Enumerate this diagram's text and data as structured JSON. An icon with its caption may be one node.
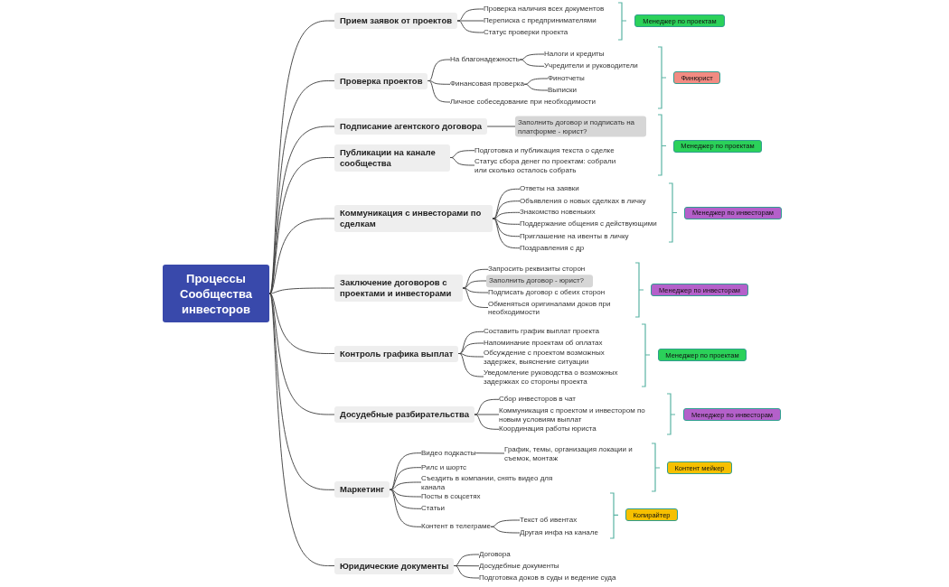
{
  "diagram": {
    "nodes": [
      {
        "text": [
          "Процессы Сообщества инвесторов"
        ]
      },
      {
        "text": [
          "Прием заявок от проектов"
        ]
      },
      {
        "text": [
          "Проверка наличия всех документов"
        ]
      },
      {
        "text": [
          "Переписка с предпринимателями"
        ]
      },
      {
        "text": [
          "Статус проверки проекта"
        ]
      },
      {
        "text": [
          "Менеджер по проектам"
        ]
      },
      {
        "text": [
          "Проверка проектов"
        ]
      },
      {
        "text": [
          "На благонадежность"
        ]
      },
      {
        "text": [
          "Налоги и кредиты"
        ]
      },
      {
        "text": [
          "Учредители и руководители"
        ]
      },
      {
        "text": [
          "Финансовая проверка"
        ]
      },
      {
        "text": [
          "Финотчеты"
        ]
      },
      {
        "text": [
          "Выписки"
        ]
      },
      {
        "text": [
          "Личное собеседование при необходимости"
        ]
      },
      {
        "text": [
          "Финюрист"
        ]
      },
      {
        "text": [
          "Подписание агентского договора"
        ]
      },
      {
        "text": [
          "Заполнить договор и подписать на платформе - юрист?"
        ]
      },
      {
        "text": [
          "Публикации на канале сообщества"
        ]
      },
      {
        "text": [
          "Подготовка и публикация текста о сделке"
        ]
      },
      {
        "text": [
          "Статус сбора денег по проектам: собрали или сколько осталось собрать"
        ]
      },
      {
        "text": [
          "Менеджер по проектам"
        ]
      },
      {
        "text": [
          "Коммуникация с инвесторами по сделкам"
        ]
      },
      {
        "text": [
          "Ответы на заявки"
        ]
      },
      {
        "text": [
          "Объявления о новых сделках в личку"
        ]
      },
      {
        "text": [
          "Знакомство новеньких"
        ]
      },
      {
        "text": [
          "Поддержание общения с действующими"
        ]
      },
      {
        "text": [
          "Приглашение на ивенты в личку"
        ]
      },
      {
        "text": [
          "Поздравления с др"
        ]
      },
      {
        "text": [
          "Менеджер по инвесторам"
        ]
      },
      {
        "text": [
          "Заключение договоров с проектами и инвесторами"
        ]
      },
      {
        "text": [
          "Запросить реквизиты сторон"
        ]
      },
      {
        "text": [
          "Заполнить договор - юрист?"
        ]
      },
      {
        "text": [
          "Подписать договор с обеих сторон"
        ]
      },
      {
        "text": [
          "Обменяться оригиналами доков при необходимости"
        ]
      },
      {
        "text": [
          "Менеджер по инвесторам"
        ]
      },
      {
        "text": [
          "Контроль графика выплат"
        ]
      },
      {
        "text": [
          "Составить график выплат проекта"
        ]
      },
      {
        "text": [
          "Напоминание проектам об оплатах"
        ]
      },
      {
        "text": [
          "Обсуждение с проектом возможных задержек, выяснение ситуации"
        ]
      },
      {
        "text": [
          "Уведомление руководства о возможных задержках со стороны проекта"
        ]
      },
      {
        "text": [
          "Менеджер по проектам"
        ]
      },
      {
        "text": [
          "Досудебные разбирательства"
        ]
      },
      {
        "text": [
          "Сбор инвесторов в чат"
        ]
      },
      {
        "text": [
          "Коммуникация с проектом и инвестором по новым условиям выплат"
        ]
      },
      {
        "text": [
          "Координация работы юриста"
        ]
      },
      {
        "text": [
          "Менеджер по инвесторам"
        ]
      },
      {
        "text": [
          "Маркетинг"
        ]
      },
      {
        "text": [
          "Видео подкасты"
        ]
      },
      {
        "text": [
          "График, темы, организация локации и съемок, монтаж"
        ]
      },
      {
        "text": [
          "Рилс и шортс"
        ]
      },
      {
        "text": [
          "Съездить в компании, снять видео для канала"
        ]
      },
      {
        "text": [
          "Посты в соцсетях"
        ]
      },
      {
        "text": [
          "Статьи"
        ]
      },
      {
        "text": [
          "Контент в телеграме"
        ]
      },
      {
        "text": [
          "Текст об ивентах"
        ]
      },
      {
        "text": [
          "Другая инфа на канале"
        ]
      },
      {
        "text": [
          "Контент мейкер"
        ]
      },
      {
        "text": [
          "Копирайтер"
        ]
      },
      {
        "text": [
          "Юридические документы"
        ]
      },
      {
        "text": [
          "Договора"
        ]
      },
      {
        "text": [
          "Досудебные документы"
        ]
      },
      {
        "text": [
          "Подготовка доков в суды и ведение суда"
        ]
      }
    ],
    "edges": [
      {
        "from": 0,
        "to": 1,
        "arrow": "none"
      },
      {
        "from": 0,
        "to": 6,
        "arrow": "none"
      },
      {
        "from": 0,
        "to": 15,
        "arrow": "none"
      },
      {
        "from": 0,
        "to": 17,
        "arrow": "none"
      },
      {
        "from": 0,
        "to": 21,
        "arrow": "none"
      },
      {
        "from": 0,
        "to": 29,
        "arrow": "none"
      },
      {
        "from": 0,
        "to": 35,
        "arrow": "none"
      },
      {
        "from": 0,
        "to": 41,
        "arrow": "none"
      },
      {
        "from": 0,
        "to": 46,
        "arrow": "none"
      },
      {
        "from": 0,
        "to": 58,
        "arrow": "none"
      },
      {
        "from": 1,
        "to": 2,
        "arrow": "none"
      },
      {
        "from": 1,
        "to": 3,
        "arrow": "none"
      },
      {
        "from": 1,
        "to": 4,
        "arrow": "none"
      },
      {
        "from": 6,
        "to": 7,
        "arrow": "none"
      },
      {
        "from": 6,
        "to": 10,
        "arrow": "none"
      },
      {
        "from": 6,
        "to": 13,
        "arrow": "none"
      },
      {
        "from": 7,
        "to": 8,
        "arrow": "none"
      },
      {
        "from": 7,
        "to": 9,
        "arrow": "none"
      },
      {
        "from": 10,
        "to": 11,
        "arrow": "none"
      },
      {
        "from": 10,
        "to": 12,
        "arrow": "none"
      },
      {
        "from": 15,
        "to": 16,
        "arrow": "none"
      },
      {
        "from": 17,
        "to": 18,
        "arrow": "none"
      },
      {
        "from": 17,
        "to": 19,
        "arrow": "none"
      },
      {
        "from": 21,
        "to": 22,
        "arrow": "none"
      },
      {
        "from": 21,
        "to": 23,
        "arrow": "none"
      },
      {
        "from": 21,
        "to": 24,
        "arrow": "none"
      },
      {
        "from": 21,
        "to": 25,
        "arrow": "none"
      },
      {
        "from": 21,
        "to": 26,
        "arrow": "none"
      },
      {
        "from": 21,
        "to": 27,
        "arrow": "none"
      },
      {
        "from": 29,
        "to": 30,
        "arrow": "none"
      },
      {
        "from": 29,
        "to": 31,
        "arrow": "none"
      },
      {
        "from": 29,
        "to": 32,
        "arrow": "none"
      },
      {
        "from": 29,
        "to": 33,
        "arrow": "none"
      },
      {
        "from": 35,
        "to": 36,
        "arrow": "none"
      },
      {
        "from": 35,
        "to": 37,
        "arrow": "none"
      },
      {
        "from": 35,
        "to": 38,
        "arrow": "none"
      },
      {
        "from": 35,
        "to": 39,
        "arrow": "none"
      },
      {
        "from": 41,
        "to": 42,
        "arrow": "none"
      },
      {
        "from": 41,
        "to": 43,
        "arrow": "none"
      },
      {
        "from": 41,
        "to": 44,
        "arrow": "none"
      },
      {
        "from": 46,
        "to": 47,
        "arrow": "none"
      },
      {
        "from": 46,
        "to": 49,
        "arrow": "none"
      },
      {
        "from": 46,
        "to": 50,
        "arrow": "none"
      },
      {
        "from": 46,
        "to": 51,
        "arrow": "none"
      },
      {
        "from": 46,
        "to": 52,
        "arrow": "none"
      },
      {
        "from": 46,
        "to": 53,
        "arrow": "none"
      },
      {
        "from": 47,
        "to": 48,
        "arrow": "none"
      },
      {
        "from": 53,
        "to": 54,
        "arrow": "none"
      },
      {
        "from": 53,
        "to": 55,
        "arrow": "none"
      },
      {
        "from": 58,
        "to": 59,
        "arrow": "none"
      },
      {
        "from": 58,
        "to": 60,
        "arrow": "none"
      },
      {
        "from": 58,
        "to": 61,
        "arrow": "none"
      }
    ]
  }
}
